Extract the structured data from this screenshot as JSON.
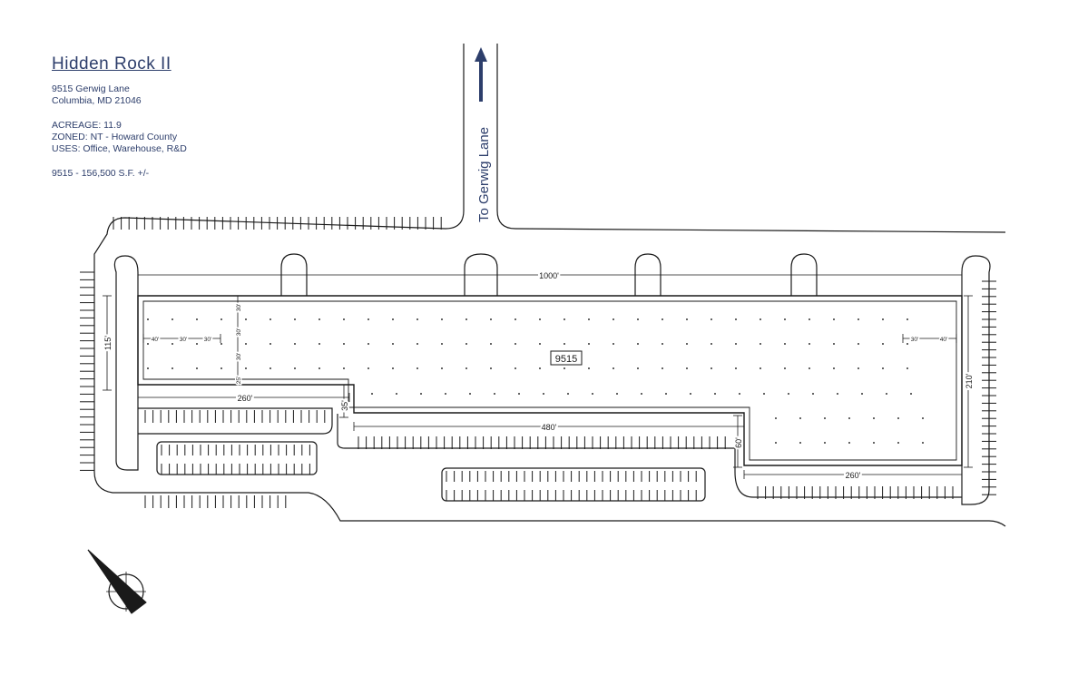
{
  "property": {
    "title": "Hidden Rock II",
    "address_line1": "9515 Gerwig Lane",
    "address_line2": "Columbia, MD 21046",
    "acreage": "ACREAGE: 11.9",
    "zoned": "ZONED: NT - Howard County",
    "uses": "USES: Office, Warehouse, R&D",
    "area": "9515 - 156,500 S.F. +/-"
  },
  "road": {
    "label": "To Gerwig Lane"
  },
  "building": {
    "label": "9515"
  },
  "dimensions": {
    "top_length": "1000'",
    "left_depth": "115'",
    "right_depth": "210'",
    "lower_left_length": "260'",
    "notch_depth": "35'",
    "middle_length": "480'",
    "step_depth": "60'",
    "lower_right_length": "260'",
    "bay_left_edge": "40'",
    "bay_left_1": "30'",
    "bay_left_2": "30'",
    "bay_right_1": "30'",
    "bay_right_edge": "40'",
    "bay_vert_1": "30'",
    "bay_vert_2": "30'",
    "bay_vert_3": "30'",
    "bay_vert_4": "25'"
  },
  "colors": {
    "accent": "#2d3e6b",
    "line": "#1a1a1a"
  },
  "icons": {
    "compass": "north-arrow-icon",
    "road_arrow": "arrow-up-icon"
  }
}
